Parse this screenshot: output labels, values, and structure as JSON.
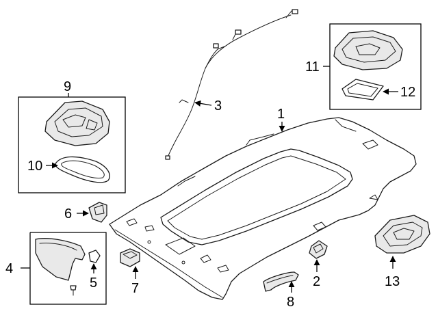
{
  "callouts": {
    "c1": "1",
    "c2": "2",
    "c3": "3",
    "c4": "4",
    "c5": "5",
    "c6": "6",
    "c7": "7",
    "c8": "8",
    "c9": "9",
    "c10": "10",
    "c11": "11",
    "c12": "12",
    "c13": "13"
  },
  "colors": {
    "line": "#1a1a1a",
    "fill": "#ffffff",
    "shade": "#e9e9e9"
  }
}
